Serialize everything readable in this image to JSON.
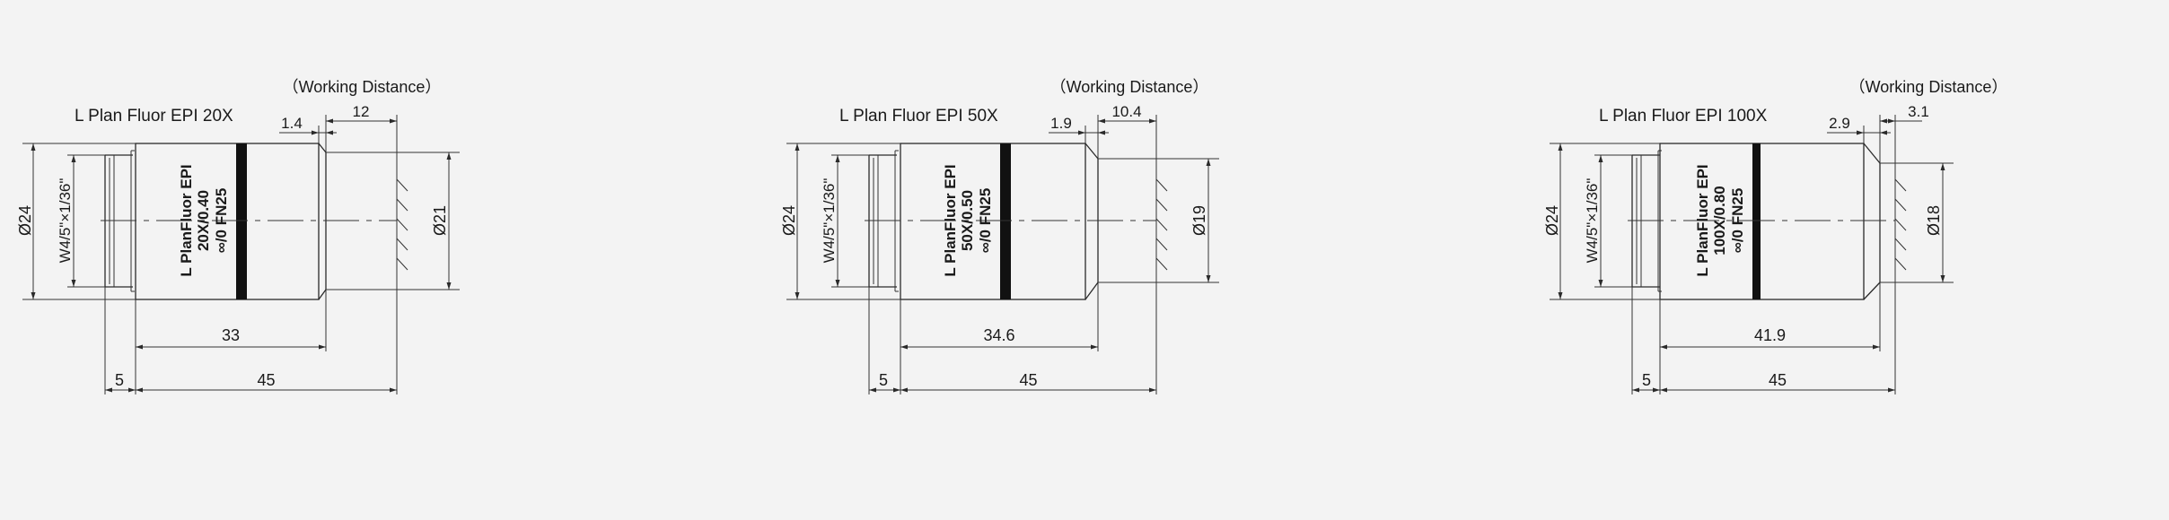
{
  "diagrams": [
    {
      "title": "L Plan Fluor EPI 20X",
      "working_distance_label": "（Working Distance）",
      "engraving": [
        "L PlanFluor EPI",
        "20X/0.40",
        "∞/0  FN25"
      ],
      "outer_diameter": "Ø24",
      "thread": "W4/5\"×1/36\"",
      "nose_diameter": "Ø21",
      "taper_length": "1.4",
      "working_distance": "12",
      "body_length": "33",
      "thread_length": "5",
      "parfocal_length": "45"
    },
    {
      "title": "L Plan Fluor EPI 50X",
      "working_distance_label": "（Working Distance）",
      "engraving": [
        "L PlanFluor EPI",
        "50X/0.50",
        "∞/0  FN25"
      ],
      "outer_diameter": "Ø24",
      "thread": "W4/5\"×1/36\"",
      "nose_diameter": "Ø19",
      "taper_length": "1.9",
      "working_distance": "10.4",
      "body_length": "34.6",
      "thread_length": "5",
      "parfocal_length": "45"
    },
    {
      "title": "L Plan Fluor EPI 100X",
      "working_distance_label": "（Working Distance）",
      "engraving": [
        "L PlanFluor EPI",
        "100X/0.80",
        "∞/0  FN25"
      ],
      "outer_diameter": "Ø24",
      "thread": "W4/5\"×1/36\"",
      "nose_diameter": "Ø18",
      "taper_length": "2.9",
      "working_distance": "3.1",
      "body_length": "41.9",
      "thread_length": "5",
      "parfocal_length": "45"
    }
  ]
}
